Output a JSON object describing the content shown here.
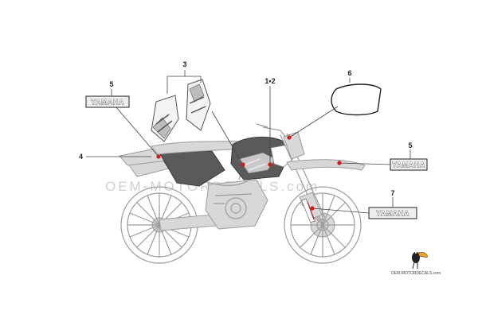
{
  "callouts": {
    "c1": "1•2",
    "c3": "3",
    "c4": "4",
    "c5a": "5",
    "c5b": "5",
    "c6": "6",
    "c7": "7"
  },
  "decals": {
    "d5a": "YAMAHA",
    "d5b": "YAMAHA",
    "d7": "YAMAHA"
  },
  "watermark": {
    "main": "OEM-MOTORDECALS.com",
    "logo_caption": "OEM-MOTORDECALS.com"
  },
  "colors": {
    "pin": "#c81e1e",
    "line": "#444444",
    "bike_outline": "#9c9c9c"
  }
}
